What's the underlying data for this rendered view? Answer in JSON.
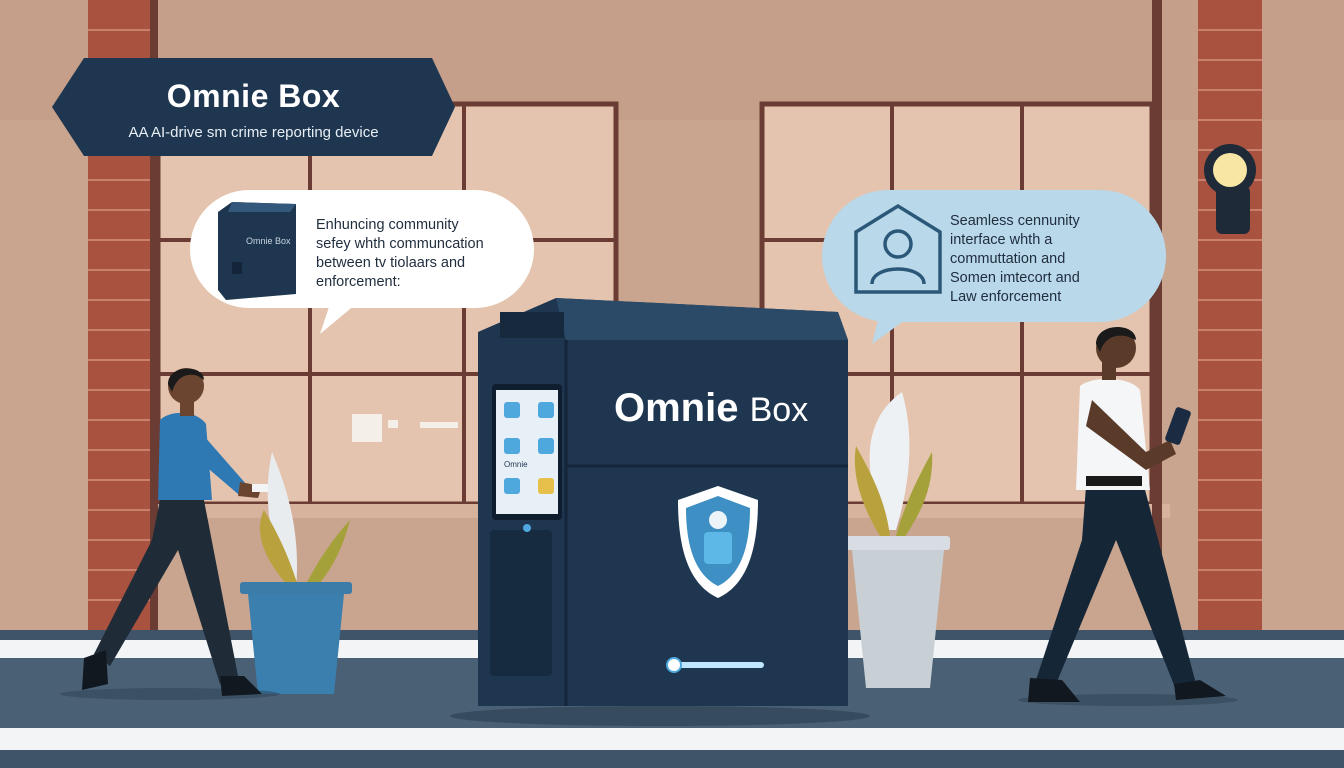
{
  "banner": {
    "title": "Omnie Box",
    "subtitle": "AA AI-drive sm crime reporting device"
  },
  "left_bubble": {
    "lines": [
      "Enhuncing community",
      "sefey whth communcation",
      "between tv tiolaars  and",
      "enforcement:"
    ],
    "device_label": "Omnie Box"
  },
  "right_bubble": {
    "lines": [
      "Seamless cennunity",
      "interface whth a",
      "commuttation and",
      "Somen imtecort and",
      "Law enforcement"
    ]
  },
  "kiosk": {
    "brand_bold": "Omnie",
    "brand_light": "Box",
    "screen_label": "Omnie"
  },
  "colors": {
    "navy": "#1e3650",
    "bubble_left": "#ffffff",
    "bubble_right": "#b9d8ea",
    "wall": "#c9a58f",
    "brick": "#b25b4a",
    "floor": "#3f5468",
    "accent_blue": "#4fa8dd"
  },
  "icons": [
    "shield-user-icon",
    "user-profile-icon",
    "wall-lamp-icon"
  ]
}
